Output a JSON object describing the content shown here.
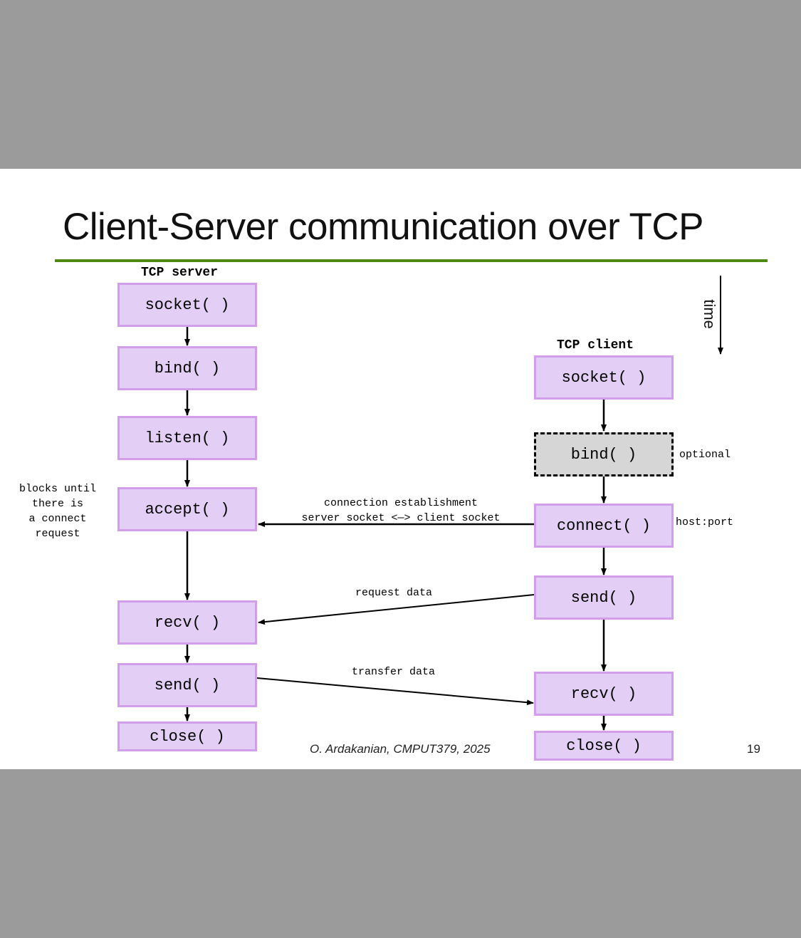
{
  "slide": {
    "title": "Client-Server communication over TCP",
    "footer_author": "O. Ardakanian, CMPUT379, 2025",
    "page_number": "19",
    "time_label": "time",
    "colors": {
      "rule": "#4e8a10",
      "box_fill": "#e3cff5",
      "box_border": "#d39ee9",
      "optional_fill": "#d6d6d6"
    }
  },
  "server": {
    "heading": "TCP server",
    "steps": [
      "socket( )",
      "bind( )",
      "listen( )",
      "accept( )",
      "recv( )",
      "send( )",
      "close( )"
    ],
    "note_blocks": "blocks until\nthere is\na connect\nrequest"
  },
  "client": {
    "heading": "TCP client",
    "steps": [
      "socket( )",
      "bind( )",
      "connect( )",
      "send( )",
      "recv( )",
      "close( )"
    ],
    "note_optional": "optional",
    "note_hostport": "host:port"
  },
  "messages": {
    "connection_line1": "connection establishment",
    "connection_line2": "server socket <—> client socket",
    "request": "request data",
    "transfer": "transfer data"
  }
}
